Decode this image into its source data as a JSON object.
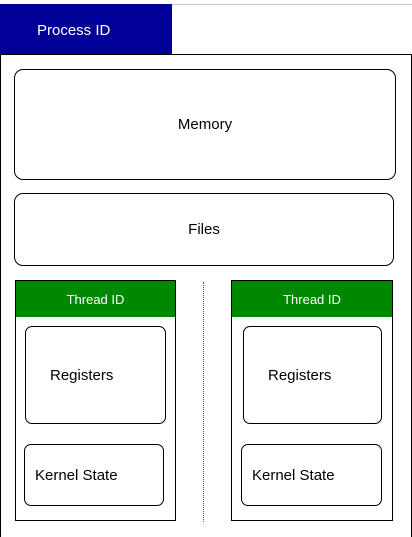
{
  "process": {
    "title": "Process ID",
    "memory": "Memory",
    "files": "Files"
  },
  "threads": [
    {
      "title": "Thread ID",
      "registers": "Registers",
      "kernel_state": "Kernel State"
    },
    {
      "title": "Thread ID",
      "registers": "Registers",
      "kernel_state": "Kernel State"
    }
  ],
  "colors": {
    "process_header": "#000099",
    "thread_header": "#008800",
    "header_text": "#ffffff"
  }
}
